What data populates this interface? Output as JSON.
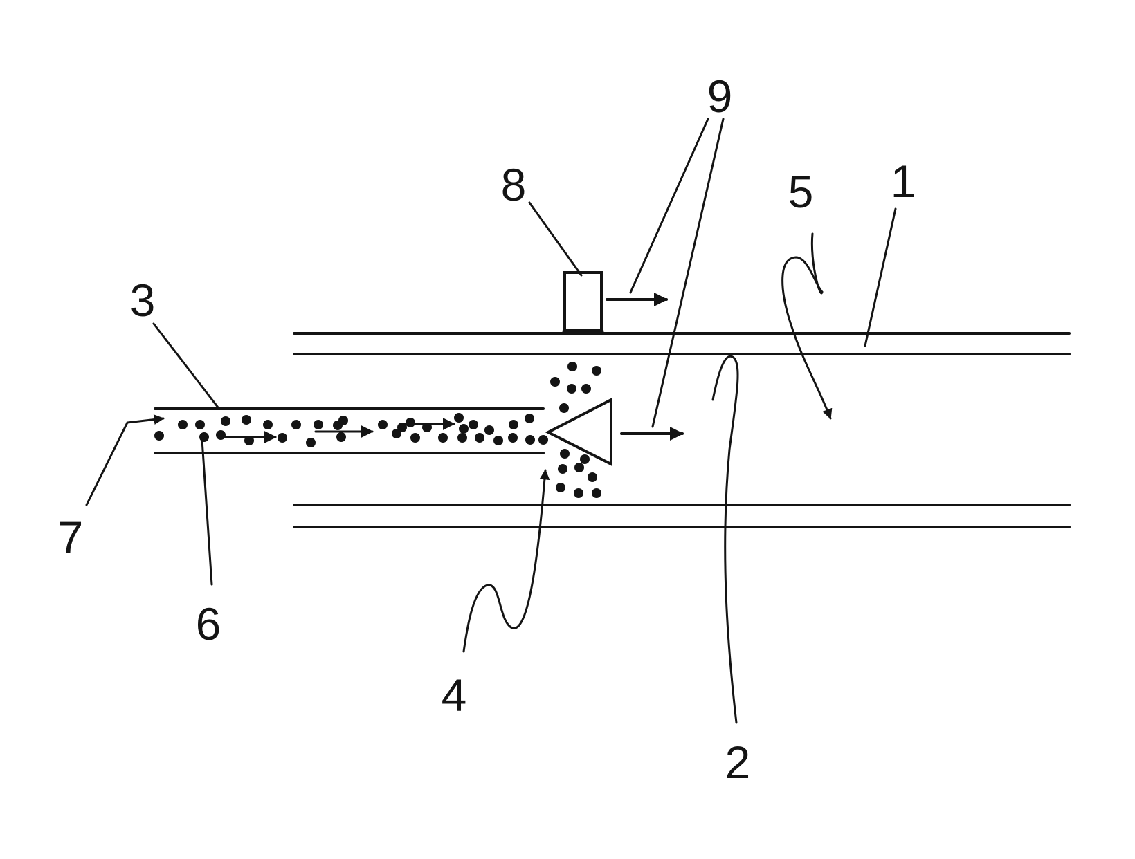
{
  "colors": {
    "ink": "#141414",
    "paper": "#ffffff"
  },
  "labels": {
    "outer_tube": "1",
    "flap": "2",
    "inner_tube": "3",
    "particle_cloud": "4",
    "flow_region": "5",
    "particles": "6",
    "inlet": "7",
    "sensor": "8",
    "flow_direction": "9"
  }
}
